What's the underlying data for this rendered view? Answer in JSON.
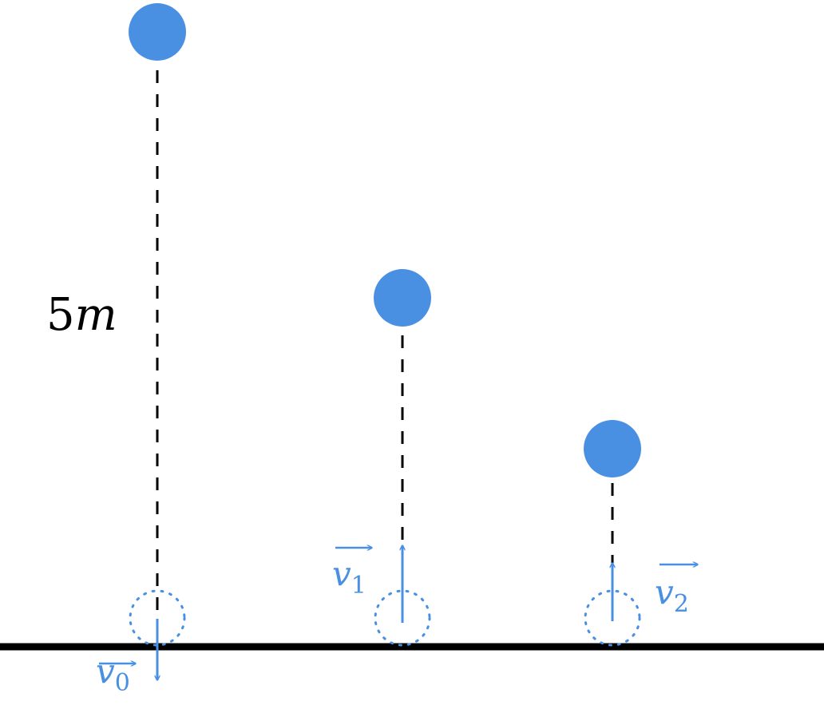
{
  "height_label": {
    "number": "5",
    "unit": "m"
  },
  "velocity_labels": [
    {
      "symbol": "v",
      "subscript": "0"
    },
    {
      "symbol": "v",
      "subscript": "1"
    },
    {
      "symbol": "v",
      "subscript": "2"
    }
  ],
  "colors": {
    "ball": "#4A90E2",
    "vector": "#4A90E2",
    "ground": "#000000",
    "dashed_line": "#000000",
    "text": "#000000"
  }
}
